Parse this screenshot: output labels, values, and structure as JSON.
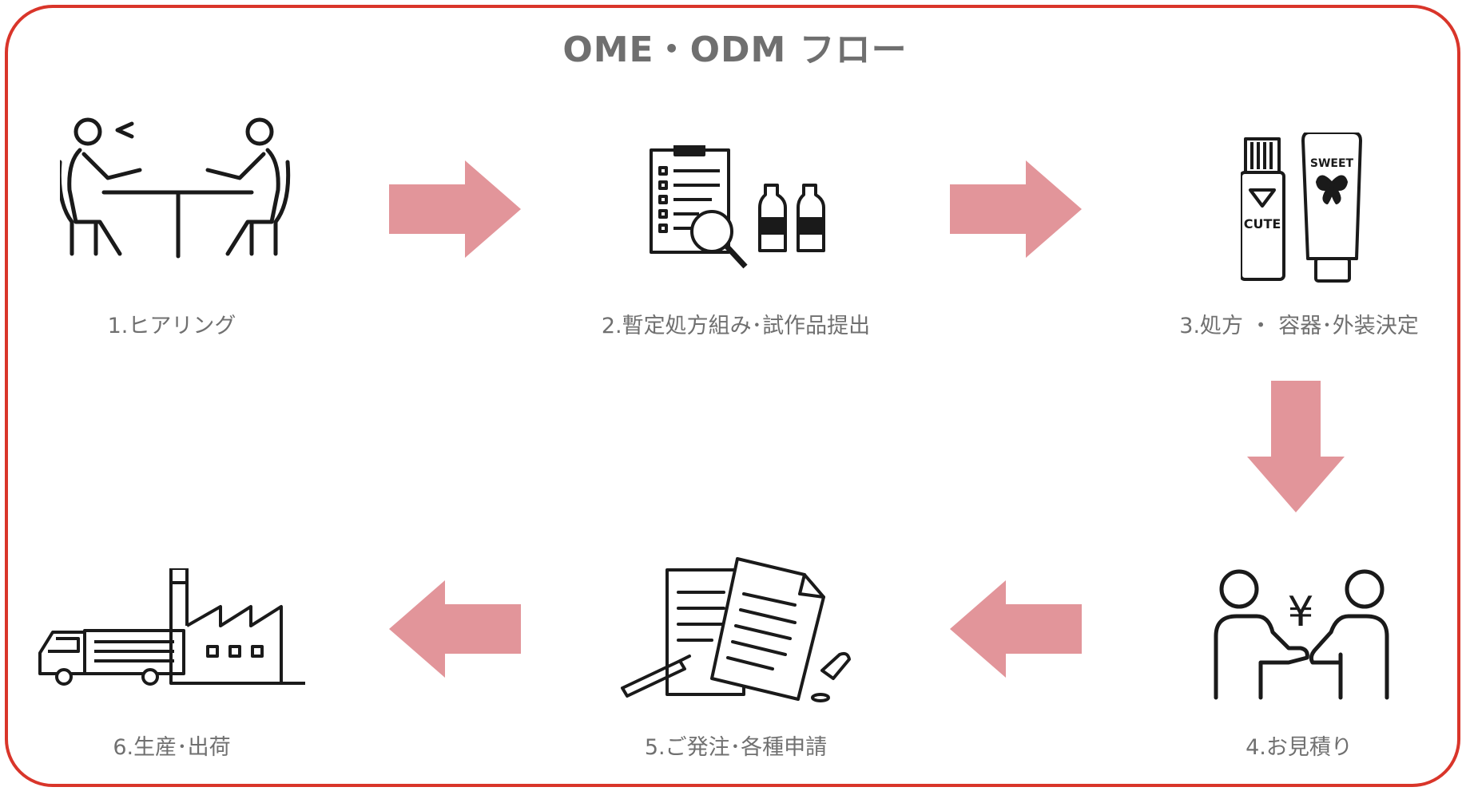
{
  "title": "OME・ODM フロー",
  "colors": {
    "frame": "#d9352a",
    "arrow": "#e2959a",
    "title": "#6f6f6f",
    "label": "#707070",
    "icon": "#1a1a1a"
  },
  "steps": [
    {
      "label": "1.ヒアリング",
      "icon": "consultation-icon"
    },
    {
      "label": "2.暫定処方組み･試作品提出",
      "icon": "checklist-and-samples-icon"
    },
    {
      "label": "3.処方 ・ 容器･外装決定",
      "icon": "cosmetic-containers-icon",
      "container_labels": [
        "CUTE",
        "SWEET"
      ]
    },
    {
      "label": "4.お見積り",
      "icon": "yen-handshake-icon",
      "currency": "¥"
    },
    {
      "label": "5.ご発注･各種申請",
      "icon": "documents-and-pen-icon"
    },
    {
      "label": "6.生産･出荷",
      "icon": "truck-and-factory-icon"
    }
  ]
}
